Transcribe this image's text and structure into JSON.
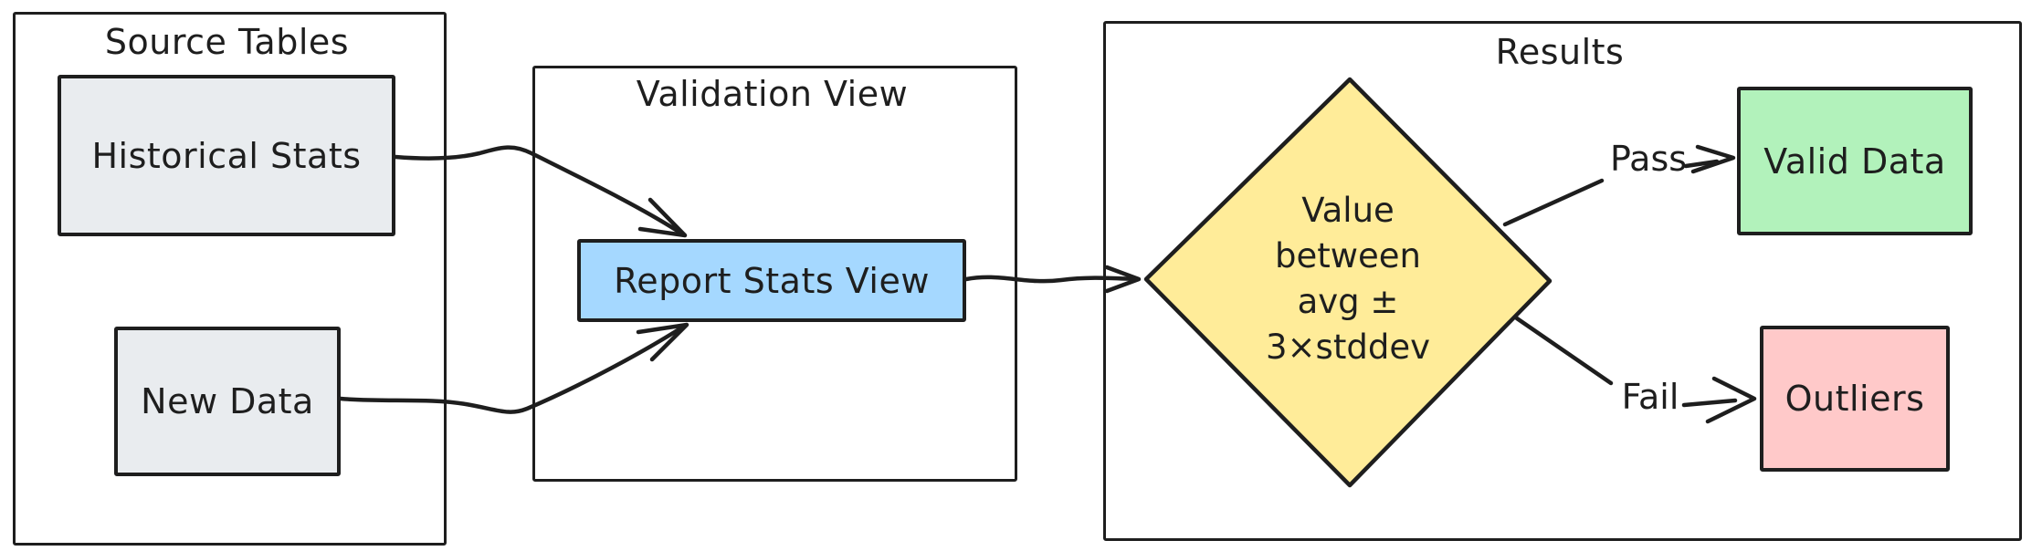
{
  "canvas": {
    "background": "#ffffff",
    "stroke": "#1e1e1e"
  },
  "groups": {
    "source_tables": {
      "title": "Source Tables"
    },
    "validation_view": {
      "title": "Validation View"
    },
    "results": {
      "title": "Results"
    }
  },
  "nodes": {
    "historical_stats": {
      "label": "Historical Stats",
      "fill": "#e9ecef"
    },
    "new_data": {
      "label": "New Data",
      "fill": "#e9ecef"
    },
    "report_stats_view": {
      "label": "Report Stats View",
      "fill": "#a5d8ff"
    },
    "decision": {
      "label": "Value\nbetween\navg ±\n3×stddev",
      "fill": "#ffec99"
    },
    "valid_data": {
      "label": "Valid Data",
      "fill": "#b2f2bb"
    },
    "outliers": {
      "label": "Outliers",
      "fill": "#ffc9c9"
    }
  },
  "edges": {
    "pass": {
      "label": "Pass"
    },
    "fail": {
      "label": "Fail"
    }
  }
}
